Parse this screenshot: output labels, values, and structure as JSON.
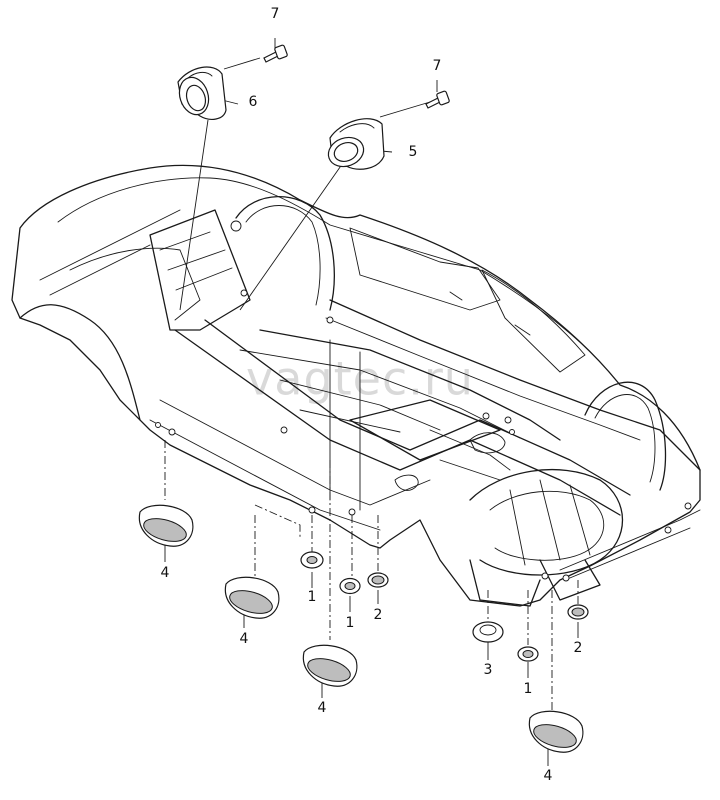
{
  "diagram": {
    "watermark": "vagtec.ru",
    "callouts": {
      "c1a": "1",
      "c1b": "1",
      "c1c": "1",
      "c2a": "2",
      "c2b": "2",
      "c3": "3",
      "c4a": "4",
      "c4b": "4",
      "c4c": "4",
      "c4d": "4",
      "c5": "5",
      "c6": "6",
      "c7a": "7",
      "c7b": "7"
    }
  }
}
